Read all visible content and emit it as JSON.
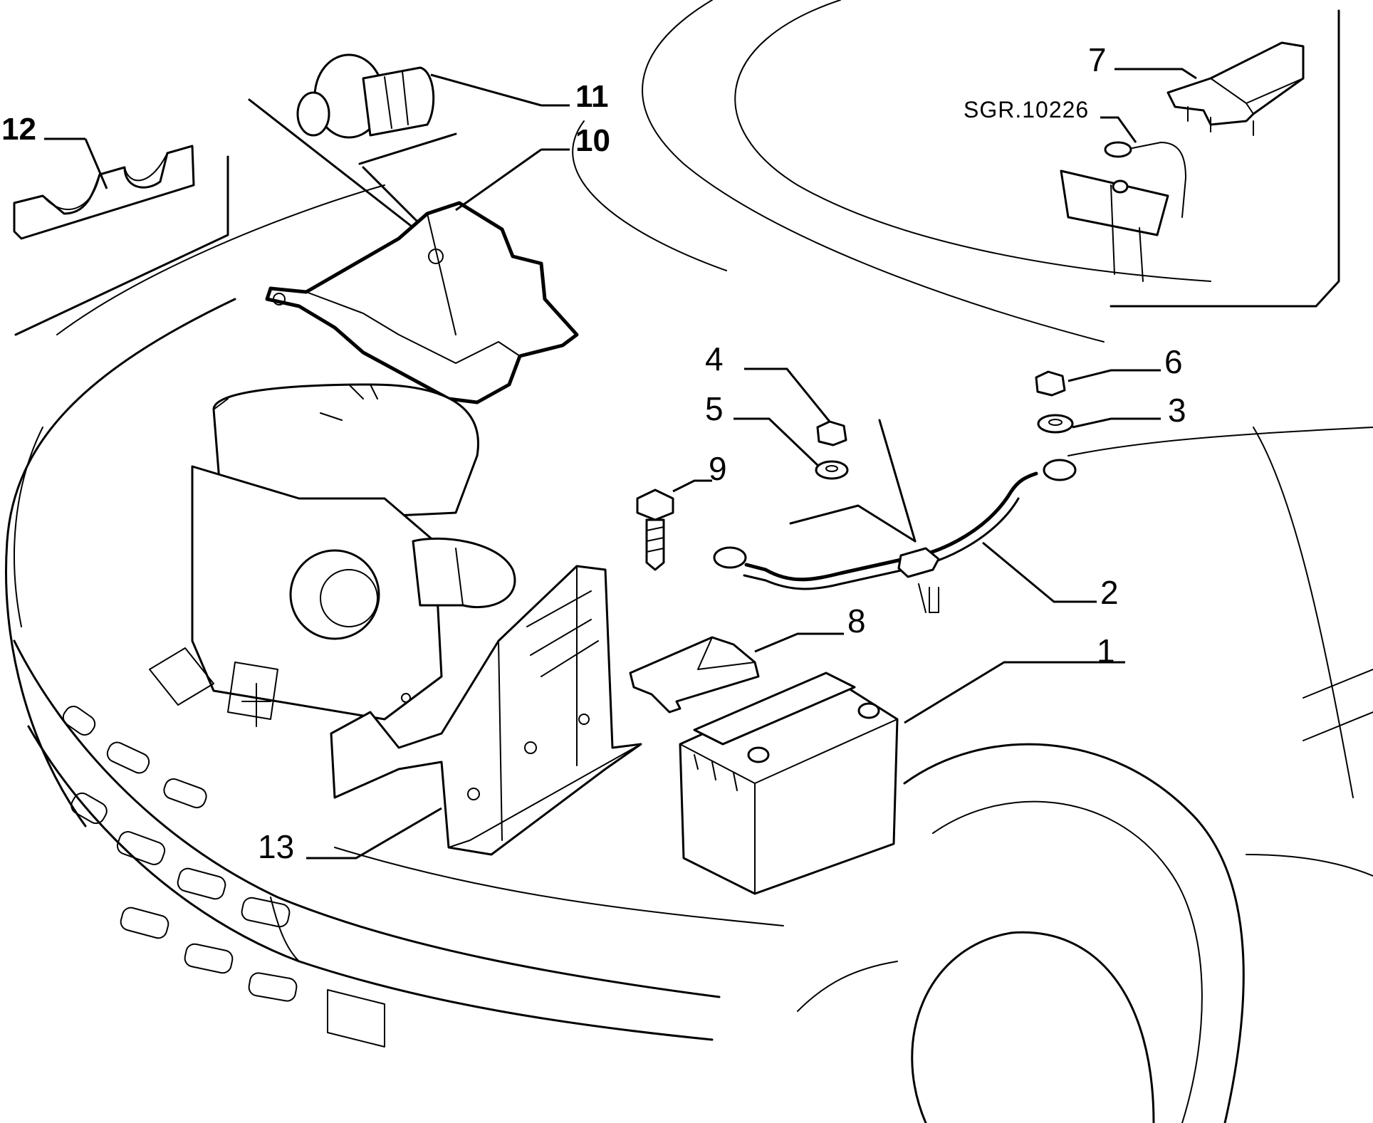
{
  "diagram": {
    "reference_code": "SGR.10226",
    "callouts": [
      {
        "id": "1",
        "label": "1"
      },
      {
        "id": "2",
        "label": "2"
      },
      {
        "id": "3",
        "label": "3"
      },
      {
        "id": "4",
        "label": "4"
      },
      {
        "id": "5",
        "label": "5"
      },
      {
        "id": "6",
        "label": "6"
      },
      {
        "id": "7",
        "label": "7"
      },
      {
        "id": "8",
        "label": "8"
      },
      {
        "id": "9",
        "label": "9"
      },
      {
        "id": "10",
        "label": "10"
      },
      {
        "id": "11",
        "label": "11"
      },
      {
        "id": "12",
        "label": "12"
      },
      {
        "id": "13",
        "label": "13"
      }
    ]
  }
}
